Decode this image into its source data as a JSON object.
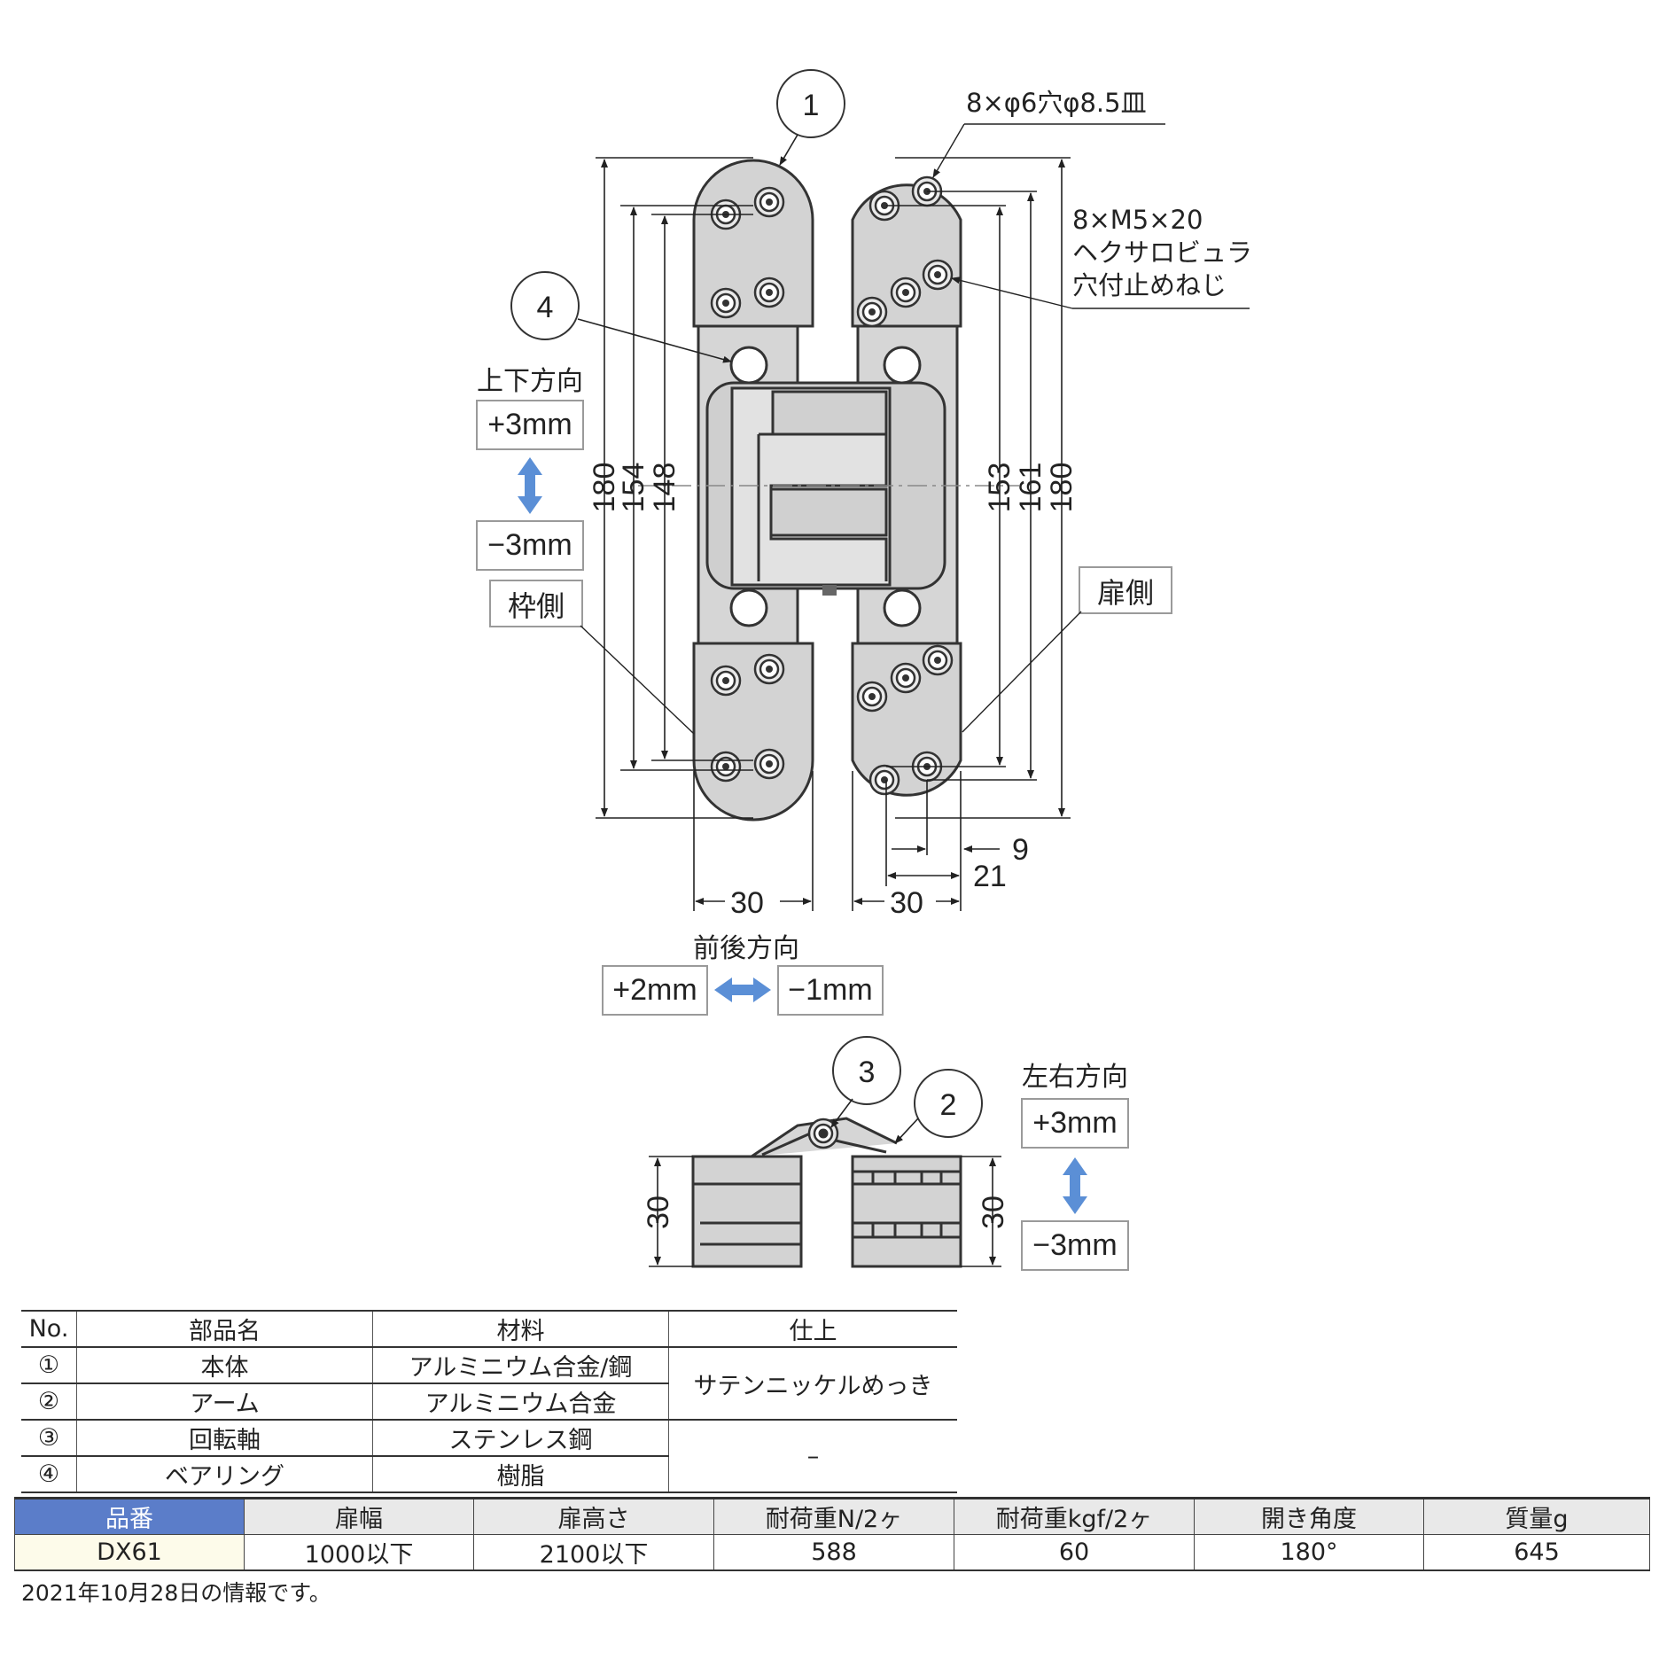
{
  "callouts": {
    "c1": "1",
    "c2": "2",
    "c3": "3",
    "c4": "4",
    "holes": "8×φ6穴φ8.5皿",
    "screw_line1": "8×M5×20",
    "screw_line2": "ヘクサロビュラ",
    "screw_line3": "穴付止めねじ"
  },
  "labels": {
    "vertical_dir": "上下方向",
    "vertical_plus": "+3mm",
    "vertical_minus": "−3mm",
    "frame_side": "枠側",
    "door_side": "扉側",
    "depth_dir": "前後方向",
    "depth_plus": "+2mm",
    "depth_minus": "−1mm",
    "lateral_dir": "左右方向",
    "lateral_plus": "+3mm",
    "lateral_minus": "−3mm"
  },
  "dimensions": {
    "left_180": "180",
    "left_154": "154",
    "left_148": "148",
    "right_153": "153",
    "right_161": "161",
    "right_180": "180",
    "width_left": "30",
    "width_right": "30",
    "offset_9": "9",
    "offset_21": "21",
    "height_left": "30",
    "height_right": "30"
  },
  "parts_table": {
    "headers": [
      "No.",
      "部品名",
      "材料",
      "仕上"
    ],
    "rows": [
      {
        "no": "①",
        "name": "本体",
        "material": "アルミニウム合金/鋼"
      },
      {
        "no": "②",
        "name": "アーム",
        "material": "アルミニウム合金"
      },
      {
        "no": "③",
        "name": "回転軸",
        "material": "ステンレス鋼"
      },
      {
        "no": "④",
        "name": "ベアリング",
        "material": "樹脂"
      }
    ],
    "finish_1": "サテンニッケルめっき",
    "finish_2": "–"
  },
  "spec_table": {
    "headers": [
      "品番",
      "扉幅",
      "扉高さ",
      "耐荷重N/2ヶ",
      "耐荷重kgf/2ヶ",
      "開き角度",
      "質量g"
    ],
    "row": [
      "DX61",
      "1000以下",
      "2100以下",
      "588",
      "60",
      "180°",
      "645"
    ]
  },
  "footnote": "2021年10月28日の情報です。",
  "colors": {
    "arrow_blue": "#5b8fd6",
    "header_blue": "#5b7dc9",
    "metal": "#d3d3d3"
  }
}
